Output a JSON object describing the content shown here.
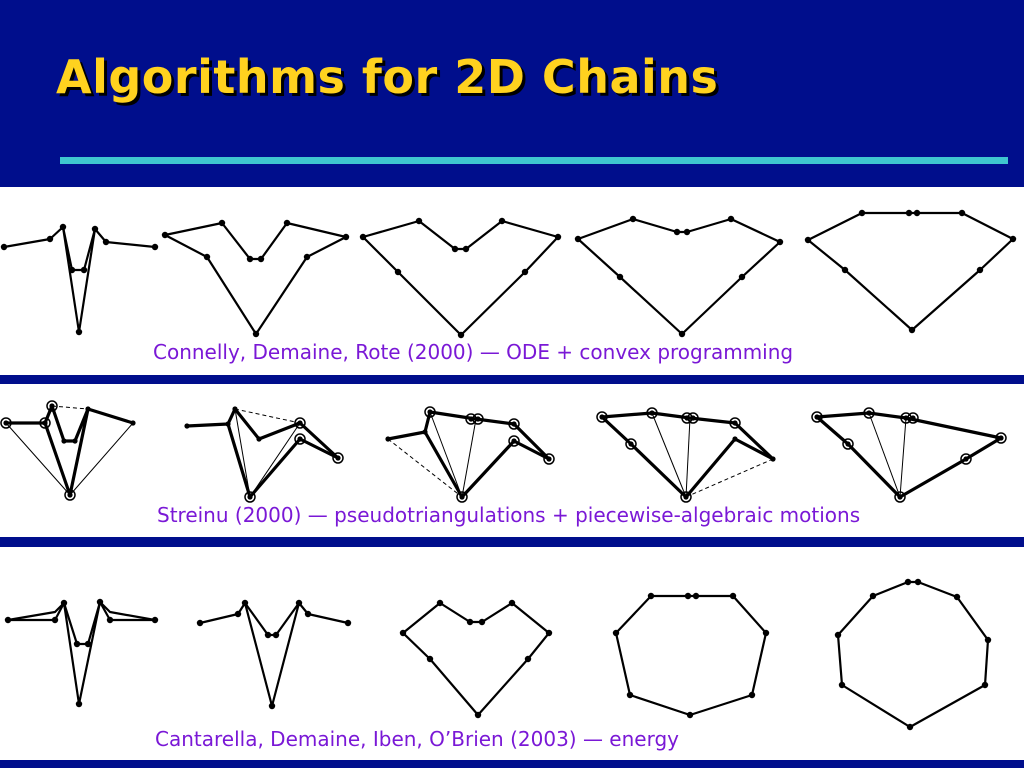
{
  "slide": {
    "title": "Algorithms for 2D Chains",
    "colors": {
      "background": "#000e8c",
      "title": "#ffd21f",
      "rule": "#3fc6cf",
      "caption": "#7a18d6",
      "chain": "#000000"
    }
  },
  "rows": [
    {
      "caption": "Connelly, Demaine, Rote (2000) — ODE + convex programming"
    },
    {
      "caption": "Streinu (2000) — pseudotriangulations + piecewise-algebraic motions"
    },
    {
      "caption": "Cantarella, Demaine, Iben, O’Brien (2003) — energy"
    }
  ]
}
